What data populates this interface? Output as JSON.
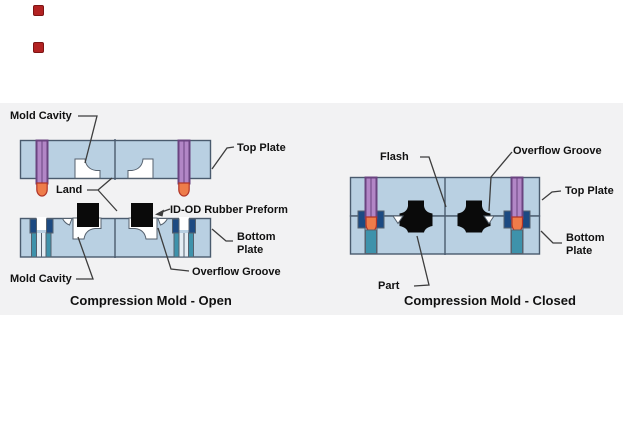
{
  "palette": {
    "band": "#f2f2f3",
    "plate": "#b9d0e2",
    "plate_border": "#4a5b6e",
    "pin_purple": "#b286c6",
    "pin_purple_dark": "#6a4480",
    "tip_orange": "#ee7c4a",
    "tip_outline": "#b03428",
    "bushing_navy": "#1c4a82",
    "guide_teal": "#3e92ab",
    "part_black": "#0a0a0a",
    "leader": "#3d3d3d",
    "text": "#111111",
    "marker_red": "#b22222"
  },
  "icons": {
    "red_marker": "red-square-marker"
  },
  "open_mold": {
    "caption": "Compression Mold - Open",
    "labels": {
      "mold_cavity_top": "Mold Cavity",
      "top_plate": "Top Plate",
      "land": "Land",
      "id_od_rubber_preform": "ID-OD Rubber Preform",
      "bottom_plate": "Bottom\nPlate",
      "overflow_groove": "Overflow Groove",
      "mold_cavity_bottom": "Mold Cavity"
    }
  },
  "closed_mold": {
    "caption": "Compression Mold - Closed",
    "labels": {
      "flash": "Flash",
      "overflow_groove": "Overflow Groove",
      "top_plate": "Top Plate",
      "bottom_plate": "Bottom\nPlate",
      "part": "Part"
    }
  }
}
